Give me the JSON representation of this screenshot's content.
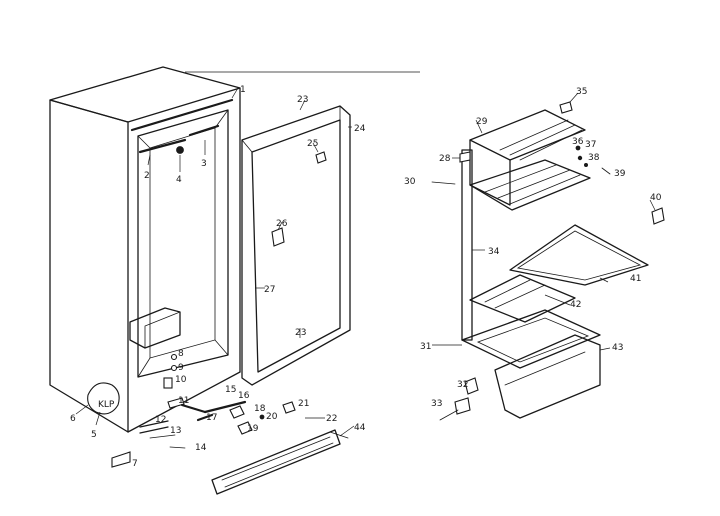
{
  "diagram": {
    "callouts": [
      "1",
      "2",
      "3",
      "4",
      "5",
      "6",
      "7",
      "8",
      "9",
      "10",
      "11",
      "12",
      "13",
      "14",
      "15",
      "16",
      "17",
      "18",
      "19",
      "20",
      "21",
      "22",
      "23",
      "23",
      "24",
      "25",
      "26",
      "27",
      "28",
      "29",
      "30",
      "31",
      "32",
      "33",
      "34",
      "35",
      "36",
      "37",
      "38",
      "39",
      "40",
      "41",
      "42",
      "43",
      "44",
      "25"
    ]
  },
  "colors": {
    "ink": "#1a1a1a",
    "paper": "#ffffff"
  }
}
